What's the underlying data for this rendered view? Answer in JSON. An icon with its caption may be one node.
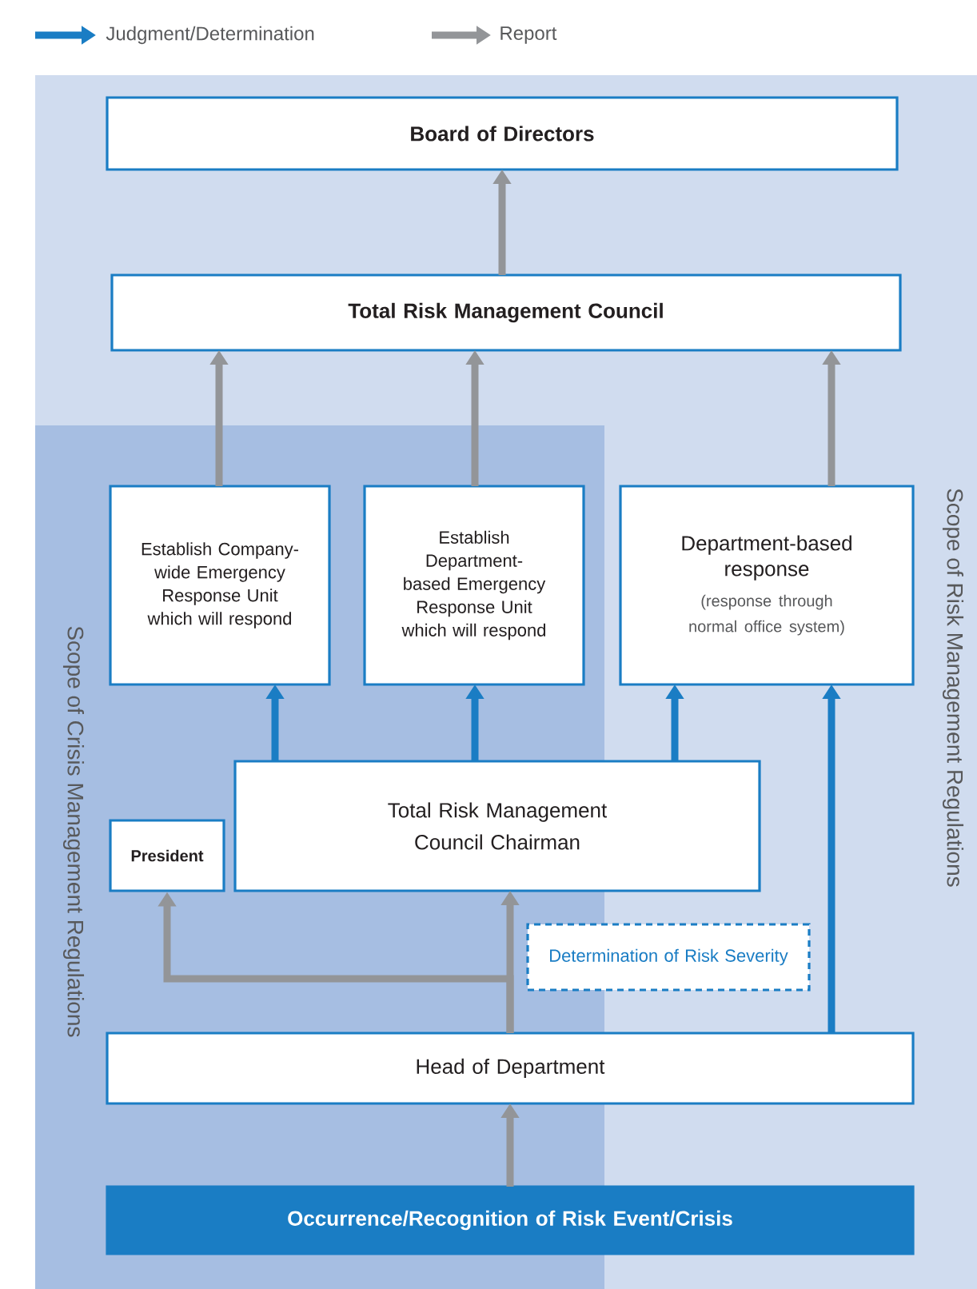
{
  "diagram": {
    "nodes": [
      {
        "text": [
          "Scope of Risk Management Regulations"
        ]
      },
      {
        "text": [
          "Scope of Crisis Management Regulations"
        ],
        "in": 0
      },
      {
        "text": [
          "Board of Directors"
        ],
        "in": 0
      },
      {
        "text": [
          "Total Risk Management Council"
        ],
        "in": 0
      },
      {
        "text": [
          "Establish Company-wide Emergency Response Unit which will respond"
        ],
        "in": 1
      },
      {
        "text": [
          "Establish Department-based Emergency Response Unit which will respond"
        ],
        "in": 1
      },
      {
        "text": [
          "Department-based response",
          "(response through normal office system)"
        ],
        "in": 0
      },
      {
        "text": [
          "President"
        ],
        "in": 1
      },
      {
        "text": [
          "Total Risk Management Council Chairman"
        ],
        "in": 0
      },
      {
        "text": [
          "Determination of Risk Severity"
        ],
        "in": 0
      },
      {
        "text": [
          "Head of Department"
        ],
        "in": 0
      },
      {
        "text": [
          "Occurrence/Recognition of Risk Event/Crisis"
        ],
        "in": 0
      }
    ],
    "edges": [
      {
        "from": 3,
        "to": 2,
        "arrow": "to"
      },
      {
        "from": 4,
        "to": 3,
        "arrow": "to"
      },
      {
        "from": 5,
        "to": 3,
        "arrow": "to"
      },
      {
        "from": 6,
        "to": 3,
        "arrow": "to"
      },
      {
        "from": 8,
        "to": 4,
        "arrow": "to",
        "color": "#1a7dc4"
      },
      {
        "from": 8,
        "to": 5,
        "arrow": "to",
        "color": "#1a7dc4"
      },
      {
        "from": 8,
        "to": 6,
        "arrow": "to",
        "color": "#1a7dc4"
      },
      {
        "from": 10,
        "to": 6,
        "arrow": "to",
        "color": "#1a7dc4"
      },
      {
        "from": 10,
        "to": 7,
        "arrow": "to"
      },
      {
        "from": 10,
        "to": 8,
        "arrow": "to"
      },
      {
        "from": 11,
        "to": 10,
        "arrow": "to"
      }
    ],
    "legend": [
      {
        "text": "Judgment/Determination"
      },
      {
        "text": "Report"
      }
    ]
  }
}
